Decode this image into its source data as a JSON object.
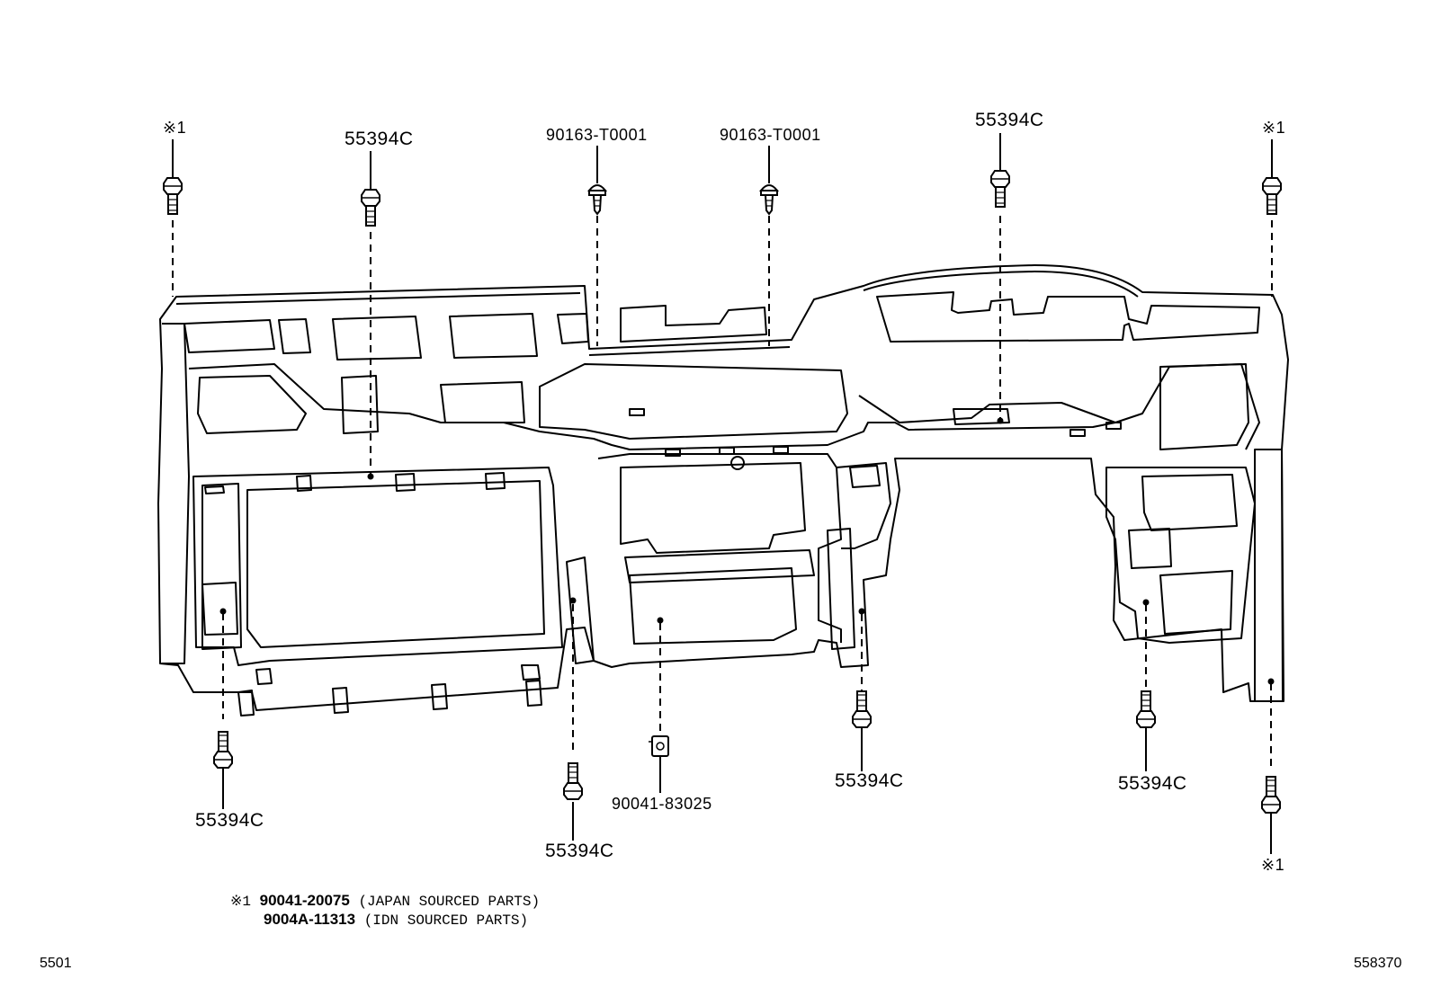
{
  "callouts": {
    "mark_tl": "※1",
    "mark_tr": "※1",
    "mark_br": "※1",
    "p_55394c_top_left": "55394C",
    "p_90163_a": "90163-T0001",
    "p_90163_b": "90163-T0001",
    "p_55394c_top_right": "55394C",
    "p_55394c_bottom_1": "55394C",
    "p_55394c_bottom_2": "55394C",
    "p_90041_83025": "90041-83025",
    "p_55394c_bottom_3": "55394C",
    "p_55394c_bottom_4": "55394C"
  },
  "footnote": {
    "mark": "※1",
    "line1_part": "90041-20075",
    "line1_desc": "(JAPAN SOURCED PARTS)",
    "line2_part": "9004A-11313",
    "line2_desc": "(IDN SOURCED PARTS)"
  },
  "page_codes": {
    "left": "5501",
    "right": "558370"
  },
  "icons": [
    "bolt-icon",
    "screw-clip-icon",
    "nut-clip-icon"
  ]
}
